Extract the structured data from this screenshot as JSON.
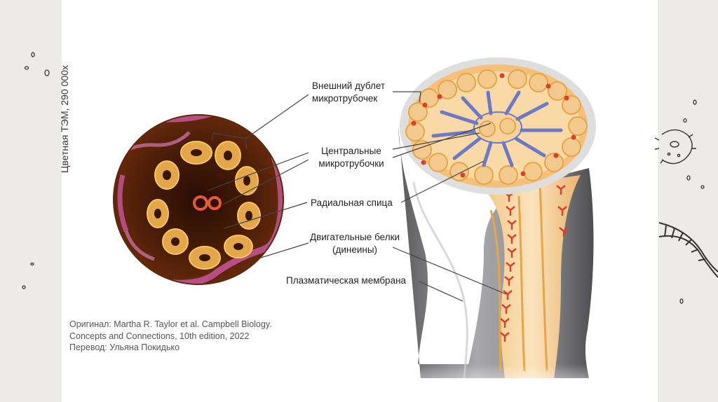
{
  "labels": {
    "outer_doublet": [
      "Внешний дублет",
      "микротрубочек"
    ],
    "central": [
      "Центральные",
      "микротрубочки"
    ],
    "radial_spoke": "Радиальная спица",
    "motor_proteins": [
      "Двигательные белки",
      "(динеины)"
    ],
    "membrane": "Плазматическая мембрана"
  },
  "micrograph_caption": "Цветная ТЭМ, 290 000x",
  "credits": [
    "Оригинал: Martha R. Taylor et al. Campbell Biology.",
    "Concepts and Connections, 10th edition, 2022",
    "Перевод: Ульяна Покидько"
  ],
  "colors": {
    "membrane_pink": "#c8579a",
    "tubule_orange": "#e3a648",
    "tubule_fill": "#f7d29a",
    "spoke_blue": "#6d78c9",
    "dynein_red": "#d8422a",
    "cylinder_gray": "#7d7d80",
    "micrograph_dark": "#3a1608"
  }
}
